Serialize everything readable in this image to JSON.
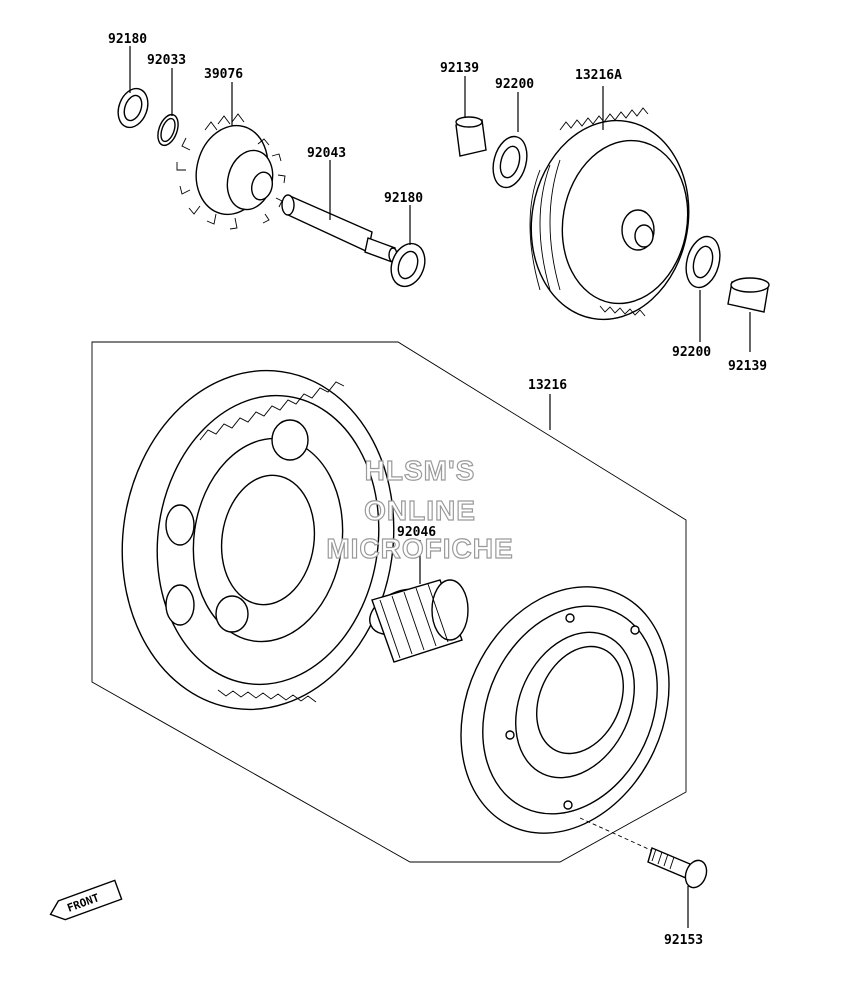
{
  "diagram": {
    "part_labels": {
      "p92180_top": "92180",
      "p92033": "92033",
      "p39076": "39076",
      "p92043": "92043",
      "p92180_mid": "92180",
      "p92139_top": "92139",
      "p92200_top": "92200",
      "p13216A": "13216A",
      "p92200_bot": "92200",
      "p92139_bot": "92139",
      "p13216": "13216",
      "p92046": "92046",
      "p92153": "92153"
    },
    "watermark": {
      "line1": "HLSM'S",
      "line2": "ONLINE",
      "line3": "MICROFICHE"
    },
    "front_marker": "FRONT",
    "icons": [
      "front-arrow-icon"
    ]
  }
}
